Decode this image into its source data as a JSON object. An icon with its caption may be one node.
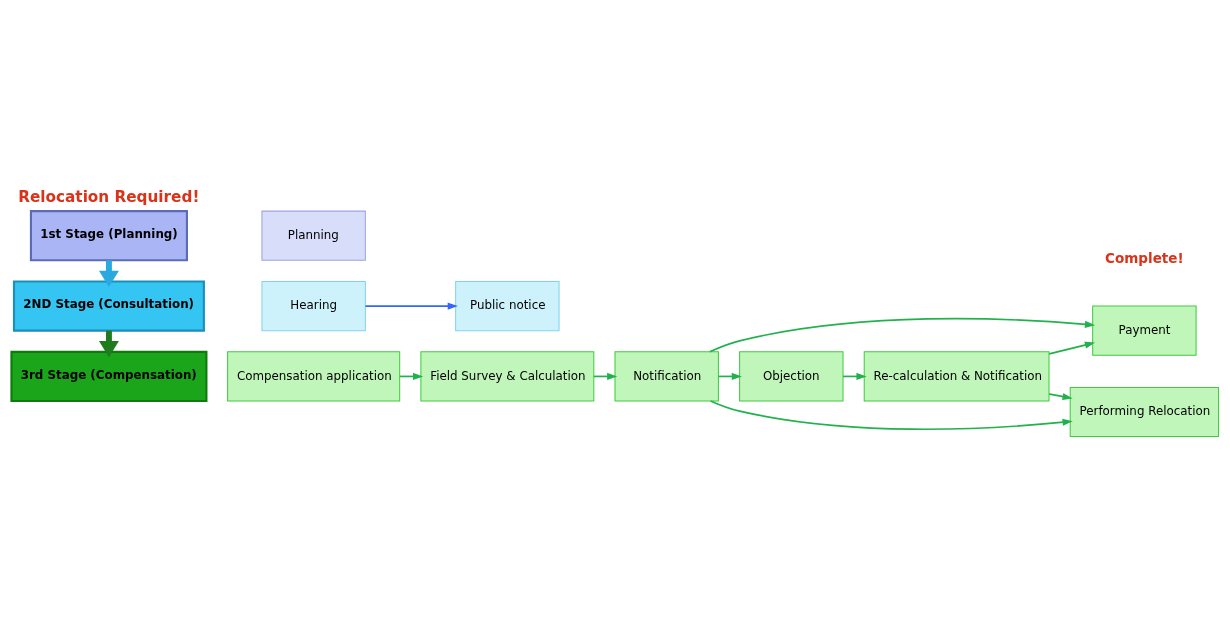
{
  "diagram": {
    "title": "Relocation Required!",
    "nodes": [
      {
        "text": [
          "1st Stage (Planning)"
        ]
      },
      {
        "text": [
          "Planning"
        ]
      },
      {
        "text": [
          "2ND Stage (Consultation)"
        ]
      },
      {
        "text": [
          "Hearing"
        ]
      },
      {
        "text": [
          "Public notice"
        ]
      },
      {
        "text": [
          "3rd Stage (Compensation)"
        ]
      },
      {
        "text": [
          "Compensation application"
        ]
      },
      {
        "text": [
          "Field Survey & Calculation"
        ]
      },
      {
        "text": [
          "Notification"
        ]
      },
      {
        "text": [
          "Payment"
        ]
      },
      {
        "text": [
          "Performing Relocation"
        ]
      },
      {
        "text": [
          "Objection"
        ]
      },
      {
        "text": [
          "Re-calculation & Notification"
        ]
      }
    ],
    "edges": [
      {
        "from": 0,
        "to": 2,
        "arrow": "to",
        "style": "thick",
        "color": "#29a9e0"
      },
      {
        "from": 2,
        "to": 5,
        "arrow": "to",
        "style": "thick",
        "color": "#1e7b1e"
      },
      {
        "from": 3,
        "to": 4,
        "arrow": "to",
        "color": "#3366ff"
      },
      {
        "from": 6,
        "to": 7,
        "arrow": "to"
      },
      {
        "from": 7,
        "to": 8,
        "arrow": "to"
      },
      {
        "from": 8,
        "to": 9,
        "arrow": "to"
      },
      {
        "from": 8,
        "to": 10,
        "arrow": "to"
      },
      {
        "from": 8,
        "to": 11,
        "arrow": "to"
      },
      {
        "from": 11,
        "to": 12,
        "arrow": "to"
      },
      {
        "from": 12,
        "to": 9,
        "arrow": "to"
      },
      {
        "from": 12,
        "to": 10,
        "arrow": "to"
      }
    ],
    "labels": [
      "Complete!"
    ]
  }
}
